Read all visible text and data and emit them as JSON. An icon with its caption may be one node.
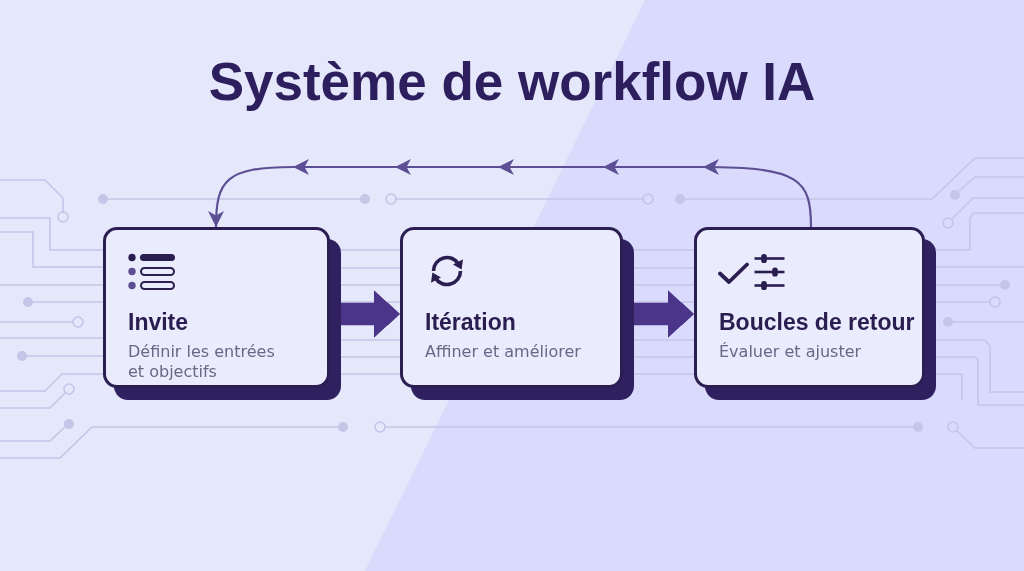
{
  "diagram": {
    "title": "Système de workflow IA",
    "nodes": [
      {
        "text": [
          "Invite",
          "Définir les entrées et objectifs"
        ]
      },
      {
        "text": [
          "Itération",
          "Affiner et améliorer"
        ]
      },
      {
        "text": [
          "Boucles de retour",
          "Évaluer et ajuster"
        ]
      }
    ],
    "edges": [
      {
        "from": 0,
        "to": 1,
        "arrow": "to"
      },
      {
        "from": 1,
        "to": 2,
        "arrow": "to"
      },
      {
        "from": 2,
        "to": 0,
        "arrow": "to"
      }
    ]
  }
}
